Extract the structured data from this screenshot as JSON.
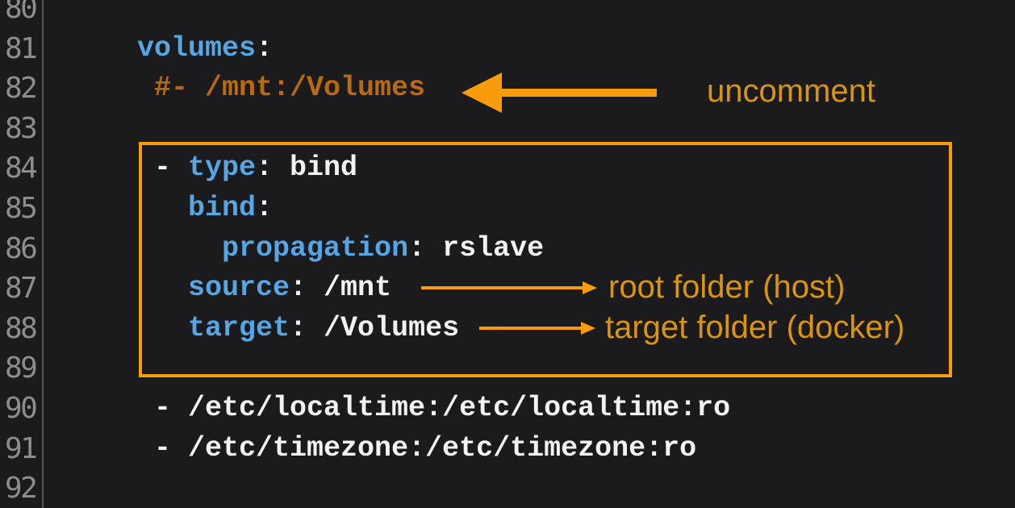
{
  "editor": {
    "lines": [
      {
        "number": "80",
        "tokens": []
      },
      {
        "number": "81",
        "tokens": [
          {
            "type": "key",
            "text": "volumes"
          },
          {
            "type": "plain",
            "text": ":"
          }
        ]
      },
      {
        "number": "82",
        "tokens": [
          {
            "type": "comment",
            "text": " #- /mnt:/Volumes"
          }
        ]
      },
      {
        "number": "83",
        "tokens": []
      },
      {
        "number": "84",
        "tokens": [
          {
            "type": "plain",
            "text": " - "
          },
          {
            "type": "key",
            "text": "type"
          },
          {
            "type": "plain",
            "text": ": bind"
          }
        ]
      },
      {
        "number": "85",
        "tokens": [
          {
            "type": "plain",
            "text": "   "
          },
          {
            "type": "key",
            "text": "bind"
          },
          {
            "type": "plain",
            "text": ":"
          }
        ]
      },
      {
        "number": "86",
        "tokens": [
          {
            "type": "plain",
            "text": "     "
          },
          {
            "type": "key",
            "text": "propagation"
          },
          {
            "type": "plain",
            "text": ": rslave"
          }
        ]
      },
      {
        "number": "87",
        "tokens": [
          {
            "type": "plain",
            "text": "   "
          },
          {
            "type": "key",
            "text": "source"
          },
          {
            "type": "plain",
            "text": ": /mnt"
          }
        ]
      },
      {
        "number": "88",
        "tokens": [
          {
            "type": "plain",
            "text": "   "
          },
          {
            "type": "key",
            "text": "target"
          },
          {
            "type": "plain",
            "text": ": /Volumes"
          }
        ]
      },
      {
        "number": "89",
        "tokens": []
      },
      {
        "number": "90",
        "tokens": [
          {
            "type": "plain",
            "text": " - /etc/localtime:/etc/localtime:ro"
          }
        ]
      },
      {
        "number": "91",
        "tokens": [
          {
            "type": "plain",
            "text": " - /etc/timezone:/etc/timezone:ro"
          }
        ]
      },
      {
        "number": "92",
        "tokens": []
      }
    ]
  },
  "annotations": {
    "uncomment_label": "uncomment",
    "source_label": "root folder (host)",
    "target_label": "target folder (docker)"
  },
  "colors": {
    "bg": "#1b1b1d",
    "gutter_fg": "#8d8d8d",
    "divider": "#565656",
    "key_blue": "#57a5e2",
    "value_white": "#f2f2f2",
    "comment_orange": "#ba6a11",
    "annotation_accent": "#f89c0c",
    "annotation_label": "#d99410"
  }
}
